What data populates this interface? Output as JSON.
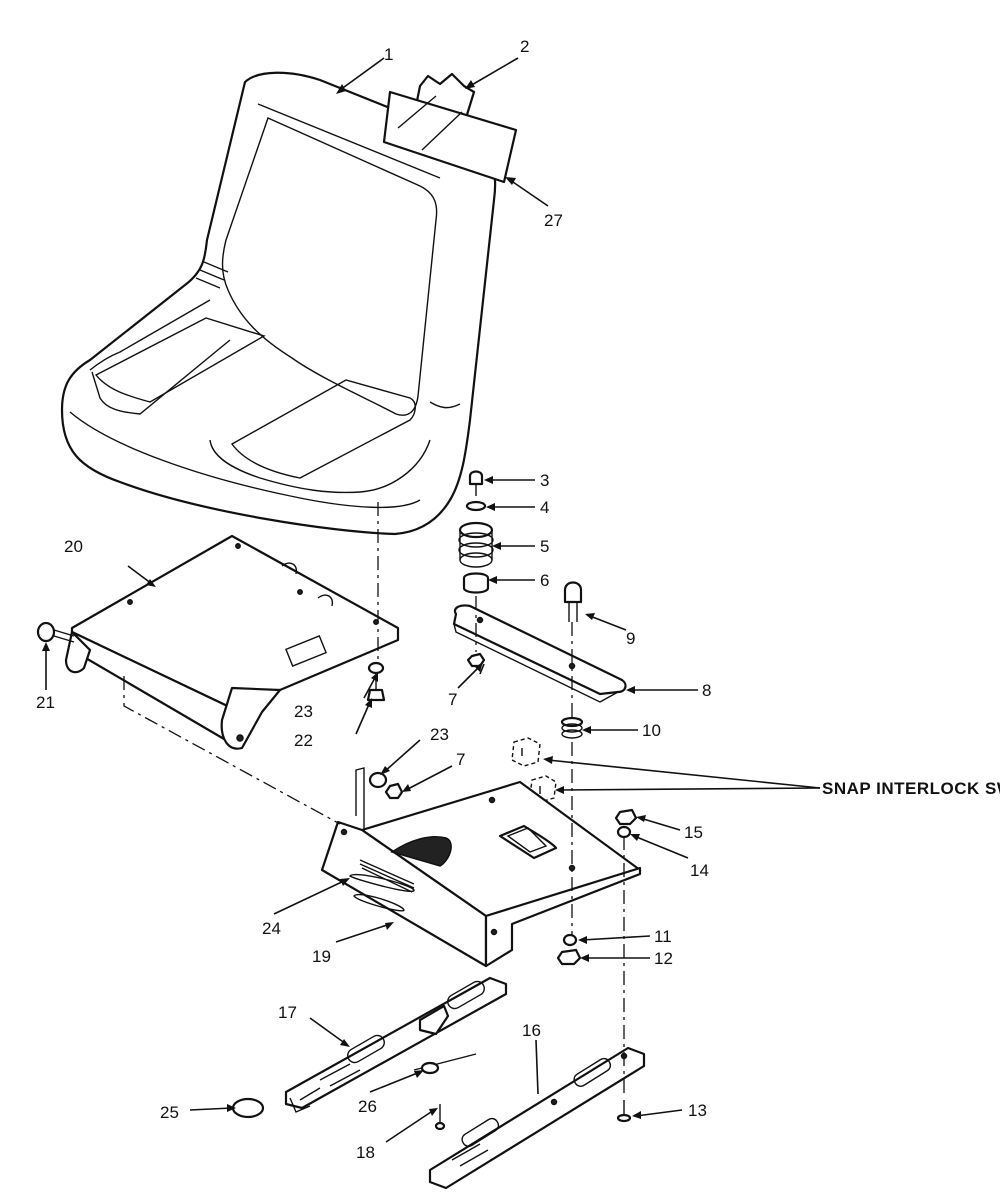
{
  "figure": {
    "callout_text": "SNAP INTERLOCK SWITCHES",
    "labels": {
      "l1": "1",
      "l2": "2",
      "l3": "3",
      "l4": "4",
      "l5": "5",
      "l6": "6",
      "l7a": "7",
      "l7b": "7",
      "l8": "8",
      "l9": "9",
      "l10": "10",
      "l11": "11",
      "l12": "12",
      "l13": "13",
      "l14": "14",
      "l15": "15",
      "l16": "16",
      "l17": "17",
      "l18": "18",
      "l19": "19",
      "l20": "20",
      "l21": "21",
      "l22": "22",
      "l23a": "23",
      "l23b": "23",
      "l24": "24",
      "l25": "25",
      "l26": "26",
      "l27": "27"
    }
  }
}
